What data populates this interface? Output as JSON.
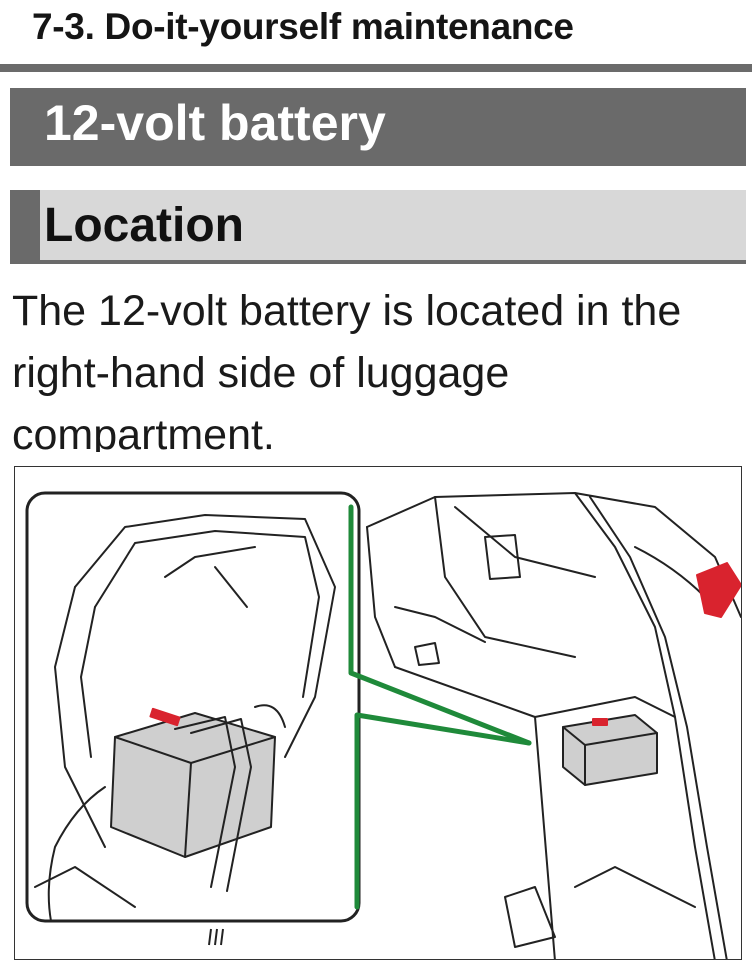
{
  "header": {
    "chapter": "7-3. Do-it-yourself maintenance"
  },
  "page_title": "12-volt battery",
  "section": {
    "title": "Location"
  },
  "body": {
    "text": "The 12-volt battery is located in the right-hand side of luggage compartment."
  },
  "colors": {
    "title_bar": "#6a6a6a",
    "section_bar": "#d8d8d8",
    "callout_green": "#1f8a3a",
    "battery_red": "#d9232e",
    "battery_gray": "#cfcfcf"
  },
  "icons": {
    "illustration": "luggage-compartment-battery-illustration"
  }
}
